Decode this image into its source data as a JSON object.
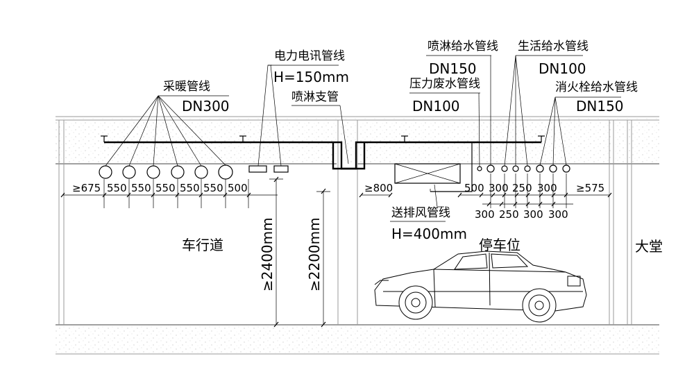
{
  "labels": {
    "heating_pipe": "采暖管线",
    "heating_dn": "DN300",
    "power_pipe": "电力电讯管线",
    "power_h": "H=150mm",
    "sprinkler_branch": "喷淋支管",
    "sprinkler_supply": "喷淋给水管线",
    "sprinkler_dn": "DN150",
    "pressure_waste": "压力废水管线",
    "pressure_dn": "DN100",
    "domestic_water": "生活给水管线",
    "domestic_dn": "DN100",
    "hydrant_water": "消火栓给水管线",
    "hydrant_dn": "DN150",
    "ventilation": "送排风管线",
    "ventilation_h": "H=400mm",
    "driveway": "车行道",
    "parking": "停车位",
    "lobby": "大堂",
    "clear_height_1": "≥2400mm",
    "clear_height_2": "≥2200mm"
  },
  "dims": {
    "left_row": [
      "≥675",
      "550",
      "550",
      "550",
      "550",
      "550",
      "500"
    ],
    "mid": "≥800",
    "right_top": [
      "500",
      "300",
      "250",
      "300"
    ],
    "right_bottom": [
      "300",
      "250",
      "300",
      "300"
    ],
    "right_end": "≥575"
  }
}
